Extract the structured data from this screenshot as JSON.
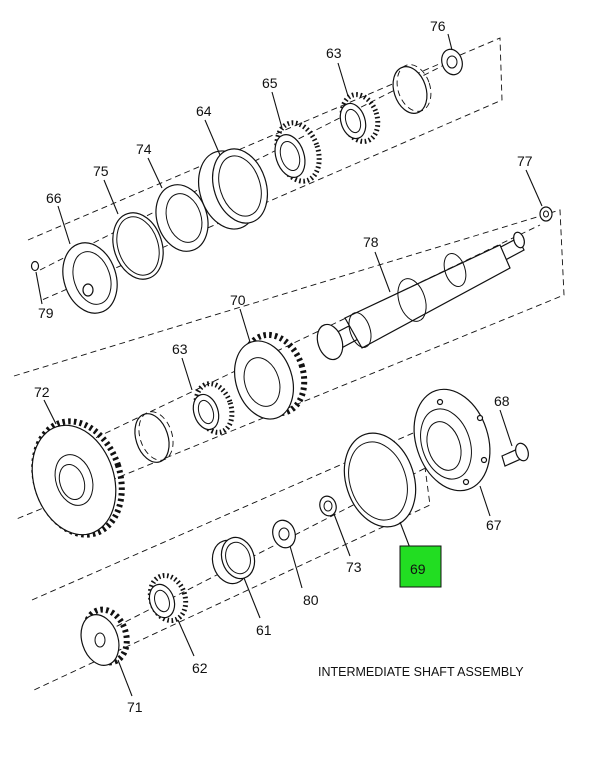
{
  "title": "INTERMEDIATE SHAFT ASSEMBLY",
  "highlight_color": "#22dd22",
  "labels": {
    "p61": "61",
    "p62": "62",
    "p63a": "63",
    "p63b": "63",
    "p64": "64",
    "p65": "65",
    "p66": "66",
    "p67": "67",
    "p68": "68",
    "p69": "69",
    "p70": "70",
    "p71": "71",
    "p72": "72",
    "p73": "73",
    "p74": "74",
    "p75": "75",
    "p76": "76",
    "p77": "77",
    "p78": "78",
    "p79": "79",
    "p80": "80"
  },
  "highlighted_part": "69"
}
